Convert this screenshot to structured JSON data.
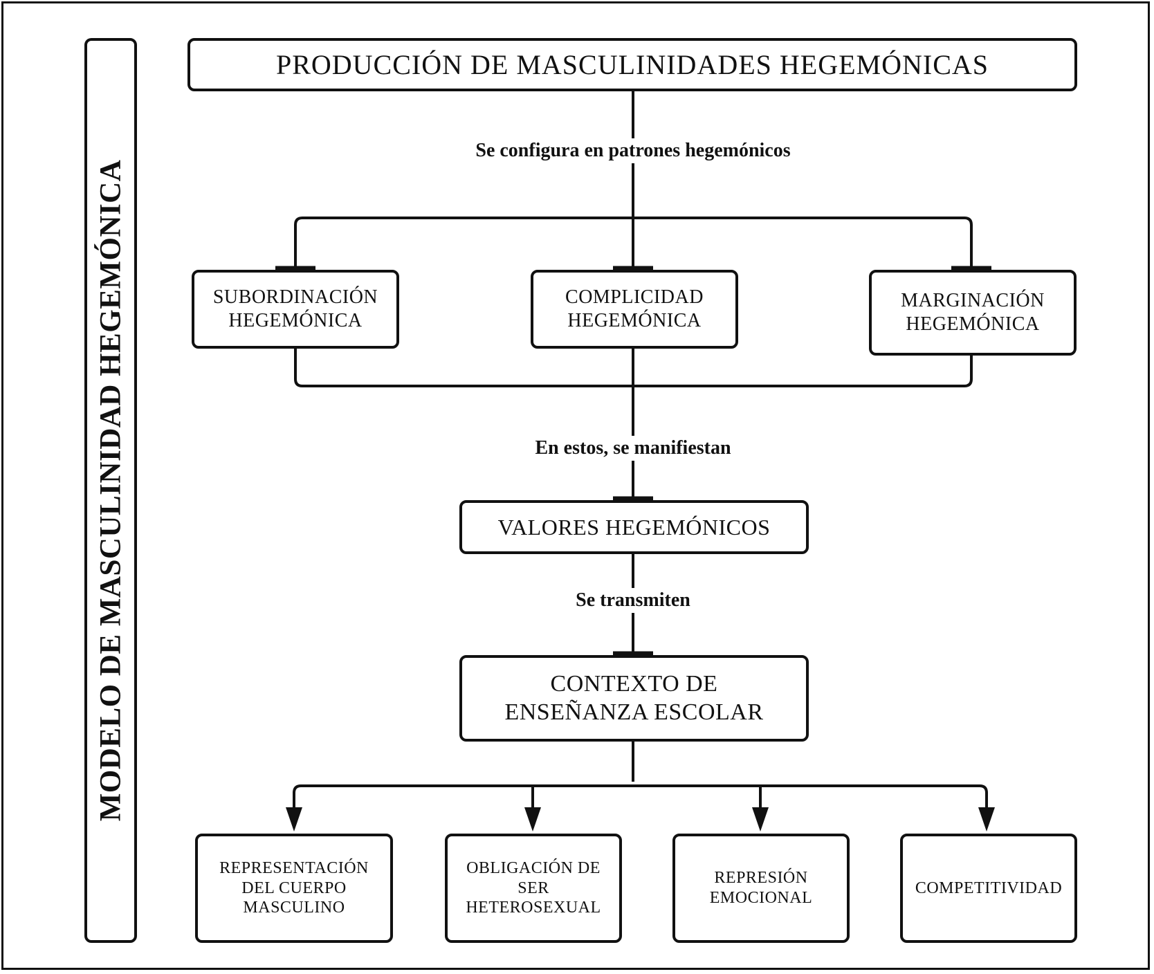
{
  "diagram": {
    "side_title": "MODELO DE MASCULINIDAD HEGEMÓNICA",
    "nodes": {
      "production": "PRODUCCIÓN DE MASCULINIDADES HEGEMÓNICAS",
      "subordination": "SUBORDINACIÓN HEGEMÓNICA",
      "complicity": "COMPLICIDAD HEGEMÓNICA",
      "marginalization": "MARGINACIÓN HEGEMÓNICA",
      "values": "VALORES HEGEMÓNICOS",
      "context": "CONTEXTO DE ENSEÑANZA ESCOLAR",
      "body_representation": "REPRESENTACIÓN DEL CUERPO MASCULINO",
      "heterosexual_obligation": "OBLIGACIÓN DE SER HETEROSEXUAL",
      "emotional_repression": "REPRESIÓN EMOCIONAL",
      "competitiveness": "COMPETITIVIDAD"
    },
    "edge_labels": {
      "configured": "Se configura en patrones hegemónicos",
      "manifest": "En estos, se manifiestan",
      "transmitted": "Se transmiten"
    },
    "colors": {
      "stroke": "#111111",
      "background": "#ffffff"
    }
  }
}
